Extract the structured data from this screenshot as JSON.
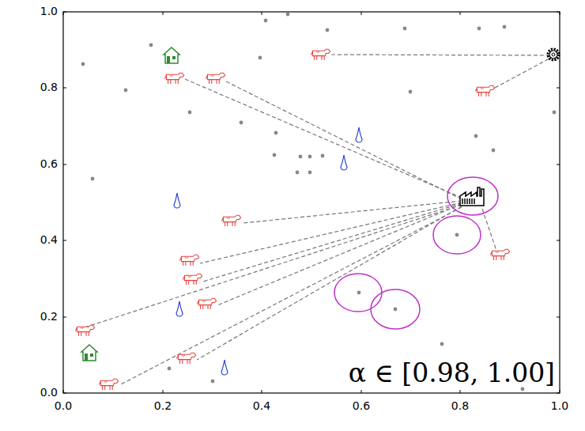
{
  "diagram": {
    "labels": [
      "1.0",
      "0.8",
      "0.6",
      "0.4",
      "0.2",
      "0.0",
      "α ∈ [0.98, 1.00]",
      "0.0",
      "0.2",
      "0.4",
      "0.6",
      "0.8",
      "1.0"
    ]
  }
}
